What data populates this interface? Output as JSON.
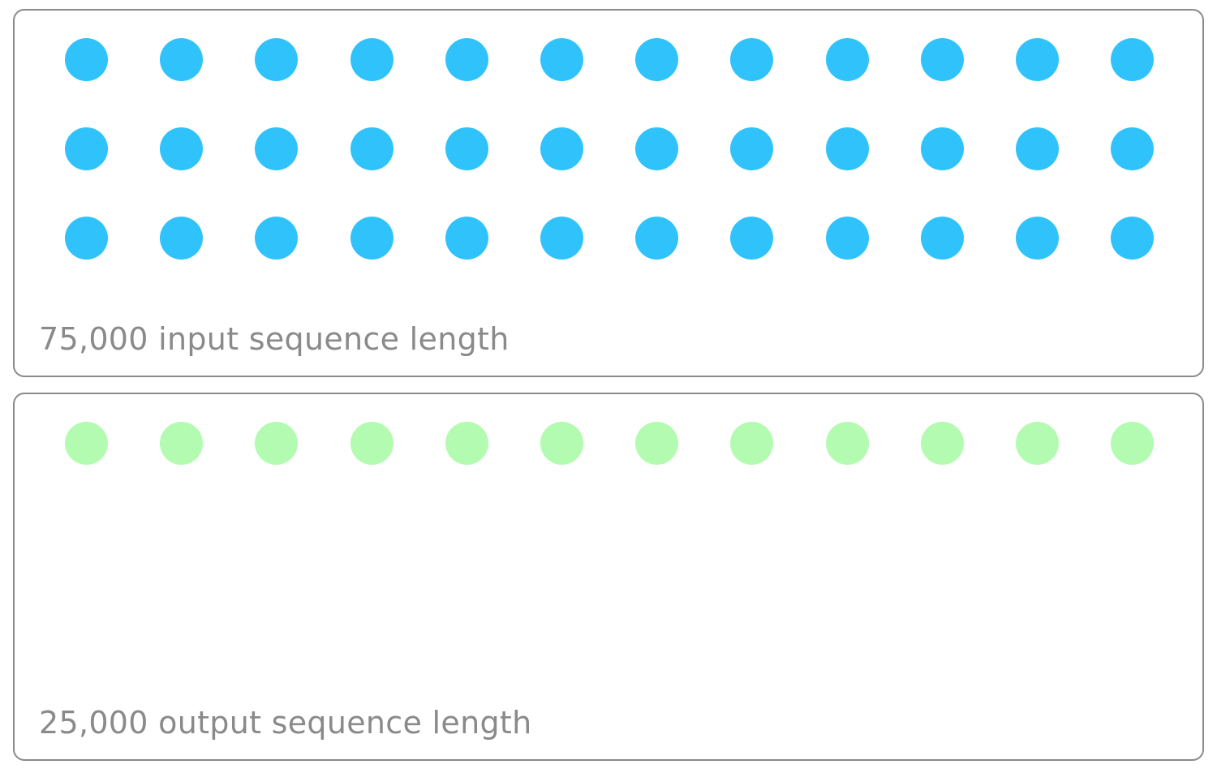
{
  "panels": [
    {
      "name": "input",
      "caption": "75,000 input sequence length",
      "rows": 3,
      "columns": 12,
      "dot_color": "#30c3fb"
    },
    {
      "name": "output",
      "caption": "25,000 output sequence length",
      "rows": 1,
      "columns": 12,
      "dot_color": "#b3fbb1"
    }
  ]
}
